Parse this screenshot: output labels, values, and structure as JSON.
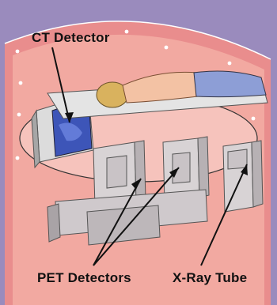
{
  "labels": {
    "ct_detector": "CT Detector",
    "pet_detectors": "PET Detectors",
    "xray_tube": "X-Ray Tube"
  },
  "colors": {
    "background": "#9a8bbd",
    "gantry_pink": "#e98d8d",
    "gantry_light": "#f4b7b0",
    "detector_blue": "#3d55b8",
    "skin": "#f3c2a4",
    "hair": "#d9b25e",
    "blanket": "#8d9ed6",
    "machinery_gray": "#c9c3c6",
    "leader_line": "#111111"
  },
  "icons": {
    "gantry": "scanner-gantry-illustration",
    "patient": "patient-figure"
  }
}
